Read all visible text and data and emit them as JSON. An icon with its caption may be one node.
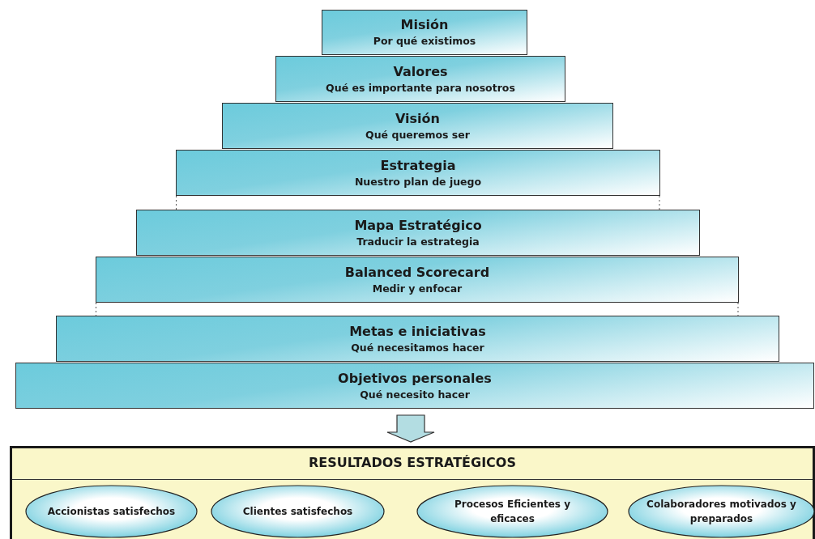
{
  "diagram": {
    "nodes": [
      {
        "text": [
          "Misión",
          "Por qué existimos"
        ]
      },
      {
        "text": [
          "Valores",
          "Qué es importante para nosotros"
        ]
      },
      {
        "text": [
          "Visión",
          "Qué queremos ser"
        ]
      },
      {
        "text": [
          "Estrategia",
          "Nuestro plan de juego"
        ]
      },
      {
        "text": [
          "Mapa Estratégico",
          "Traducir la estrategia"
        ]
      },
      {
        "text": [
          "Balanced Scorecard",
          "Medir y enfocar"
        ]
      },
      {
        "text": [
          "Metas e iniciativas",
          "Qué necesitamos hacer"
        ]
      },
      {
        "text": [
          "Objetivos personales",
          "Qué necesito hacer"
        ]
      },
      {
        "text": [
          "RESULTADOS ESTRATÉGICOS"
        ]
      },
      {
        "text": [
          "Accionistas satisfechos"
        ],
        "in": 8
      },
      {
        "text": [
          "Clientes satisfechos"
        ],
        "in": 8
      },
      {
        "text": [
          "Procesos Eficientes y eficaces"
        ],
        "in": 8
      },
      {
        "text": [
          "Colaboradores motivados y preparados"
        ],
        "in": 8
      }
    ],
    "edges": [
      {
        "from": 7,
        "to": 8,
        "arrow": "to"
      }
    ]
  }
}
